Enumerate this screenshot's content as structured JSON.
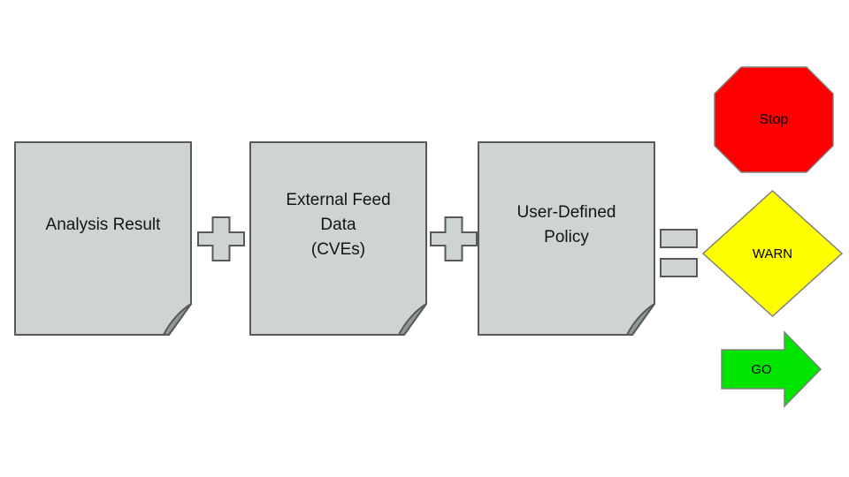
{
  "palette": {
    "background": "#ffffff",
    "doc_fill": "#cdd4d2",
    "doc_border": "#595959",
    "fold_fill": "#8f9a98",
    "operator_fill": "#cdd4d2",
    "sign_border": "#808080",
    "text": "#141414"
  },
  "inputs": [
    {
      "id": "analysis-result",
      "shape": "document",
      "label": "Analysis Result"
    },
    {
      "id": "external-feed-data",
      "shape": "document",
      "label": "External Feed\nData\n(CVEs)"
    },
    {
      "id": "user-defined-policy",
      "shape": "document",
      "label": "User-Defined\nPolicy"
    }
  ],
  "operators": [
    {
      "id": "plus-1",
      "symbol": "plus"
    },
    {
      "id": "plus-2",
      "symbol": "plus"
    },
    {
      "id": "equals",
      "symbol": "equals"
    }
  ],
  "outputs": [
    {
      "id": "stop",
      "shape": "octagon",
      "label": "Stop",
      "fill": "#ff0000"
    },
    {
      "id": "warn",
      "shape": "diamond",
      "label": "WARN",
      "fill": "#ffff00"
    },
    {
      "id": "go",
      "shape": "arrow-right",
      "label": "GO",
      "fill": "#00e500"
    }
  ]
}
